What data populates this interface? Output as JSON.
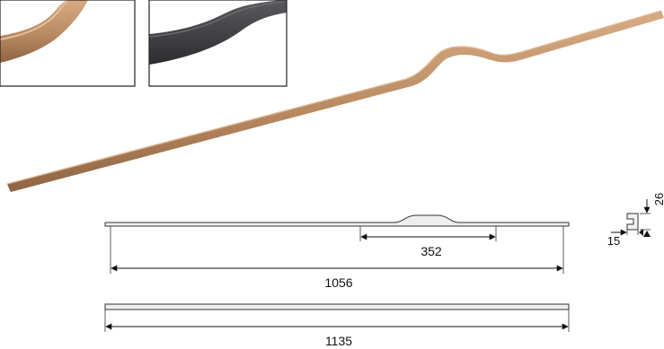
{
  "colors": {
    "bronze": "#b98a62",
    "bronze_dark": "#8f6443",
    "bronze_light": "#d3a77f",
    "anthracite": "#3d3d40",
    "line": "#222222",
    "profile_fill": "#eeeeee"
  },
  "dimensions": {
    "hole_spacing": "352",
    "mount_distance": "1056",
    "total_length": "1135",
    "height": "26",
    "depth": "15"
  },
  "swatches": [
    {
      "finish": "bronze"
    },
    {
      "finish": "anthracite"
    }
  ]
}
